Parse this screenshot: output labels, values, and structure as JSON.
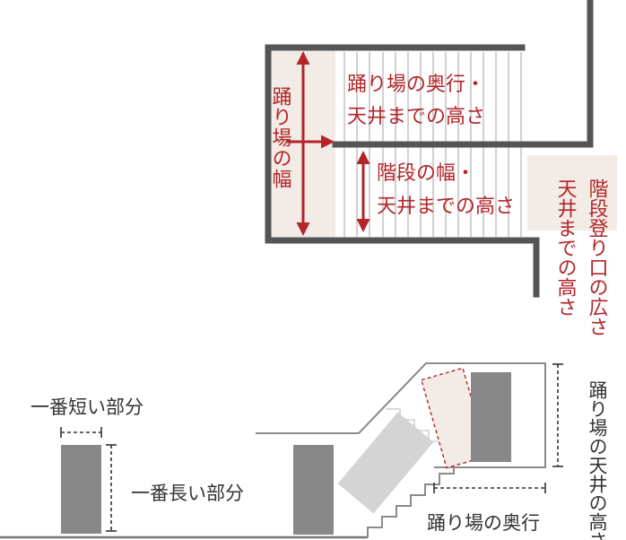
{
  "plan": {
    "landing_width_label": "踊り場の幅",
    "landing_depth_label_line1": "踊り場の奥行・",
    "landing_depth_label_line2": "天井までの高さ",
    "stair_width_label_line1": "階段の幅・",
    "stair_width_label_line2": "天井までの高さ",
    "entrance_label_col1": "階段登り口の広さ",
    "entrance_label_col2": "天井までの高さ"
  },
  "section": {
    "shortest_label": "一番短い部分",
    "longest_label": "一番長い部分",
    "landing_height_label": "踊り場の天井の高さ",
    "landing_depth_label": "踊り場の奥行"
  },
  "colors": {
    "accent": "#b3252a",
    "wall": "#555555",
    "highlight": "#f3ebe5",
    "furniture": "#888888",
    "furniture_light": "#d4d4d4"
  }
}
